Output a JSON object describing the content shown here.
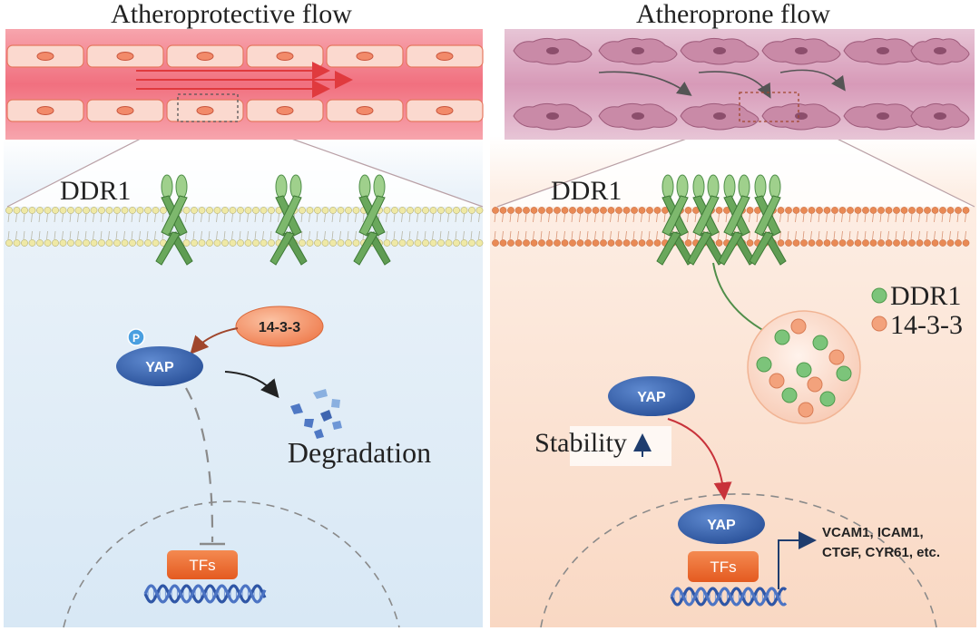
{
  "left_panel": {
    "title": "Atheroprotective flow",
    "receptor_label": "DDR1",
    "adaptor_label": "14-3-3",
    "yap_label": "YAP",
    "phospho_label": "P",
    "degradation_label": "Degradation",
    "tf_label": "TFs"
  },
  "right_panel": {
    "title": "Atheroprone flow",
    "receptor_label": "DDR1",
    "legend": [
      {
        "label": "DDR1",
        "color": "#7cc47a"
      },
      {
        "label": "14-3-3",
        "color": "#f3a27c"
      }
    ],
    "yap_label": "YAP",
    "yap_nuclear_label": "YAP",
    "stability_label": "Stability",
    "tf_label": "TFs",
    "target_genes": [
      "VCAM1, ICAM1,",
      "CTGF, CYR61, etc."
    ]
  },
  "colors": {
    "vessel_left": "#f27c8e",
    "vessel_right": "#d9a8c0",
    "cytoplasm_left": "#e4eff8",
    "cytoplasm_right": "#fbe3d4",
    "receptor": "#6aa85c",
    "yap": "#2f5ea8",
    "tf": "#ef6a2c",
    "adaptor": "#f4936a",
    "dna": "#3a63b4"
  }
}
